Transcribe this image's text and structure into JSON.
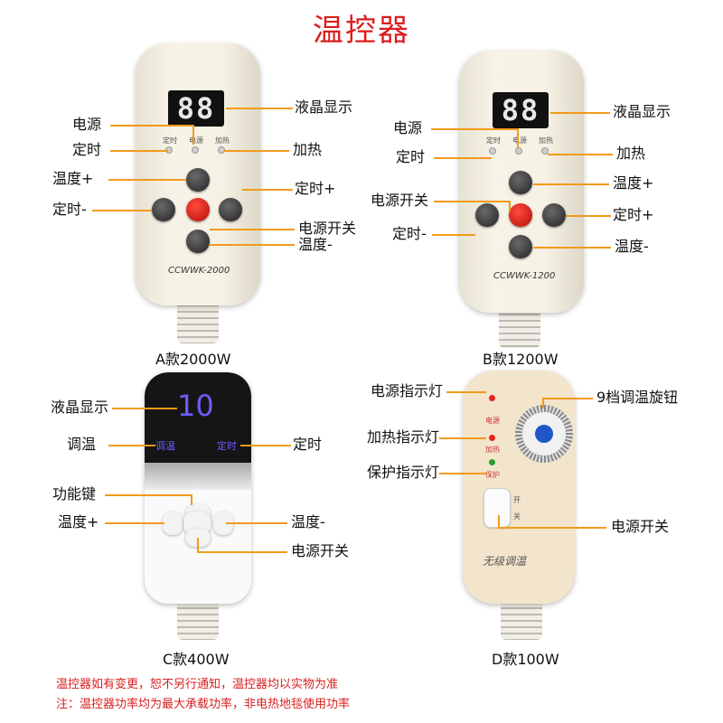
{
  "title": "温控器",
  "remoteA": {
    "display": "88",
    "indicators": [
      "定时",
      "电源",
      "加热"
    ],
    "button_power": "电源",
    "button_timer": "定时",
    "button_temp": "温度",
    "model": "CCWWK-2000",
    "labels": {
      "lcd": "液晶显示",
      "power": "电源",
      "timer": "定时",
      "heat": "加热",
      "temp_up": "温度+",
      "timer_up": "定时+",
      "timer_down": "定时-",
      "power_switch": "电源开关",
      "temp_down": "温度-"
    },
    "caption": "A款2000W"
  },
  "remoteB": {
    "display": "88",
    "indicators": [
      "定时",
      "电源",
      "加热"
    ],
    "model": "CCWWK-1200",
    "labels": {
      "lcd": "液晶显示",
      "power": "电源",
      "timer": "定时",
      "heat": "加热",
      "temp_up": "温度+",
      "power_switch": "电源开关",
      "timer_up": "定时+",
      "timer_down": "定时-",
      "temp_down": "温度-"
    },
    "caption": "B款1200W"
  },
  "remoteC": {
    "display": "10",
    "screen_left": "调温",
    "screen_right": "定时",
    "labels": {
      "lcd": "液晶显示",
      "adjust": "调温",
      "timer": "定时",
      "function": "功能键",
      "temp_up": "温度+",
      "temp_down": "温度-",
      "power_switch": "电源开关"
    },
    "caption": "C款400W"
  },
  "remoteD": {
    "leds": [
      "电源",
      "加热",
      "保护"
    ],
    "switch_text": [
      "开",
      "关"
    ],
    "brand": "无级调温",
    "labels": {
      "power_led": "电源指示灯",
      "heat_led": "加热指示灯",
      "protect_led": "保护指示灯",
      "knob": "9档调温旋钮",
      "power_switch": "电源开关"
    },
    "caption": "D款100W"
  },
  "notes": [
    "温控器如有变更，恕不另行通知，温控器均以实物为准",
    "注：温控器功率均为最大承载功率，非电热地毯使用功率"
  ],
  "colors": {
    "title": "#d81e1e",
    "callout": "#f29a1c",
    "note": "#d81e1e"
  }
}
